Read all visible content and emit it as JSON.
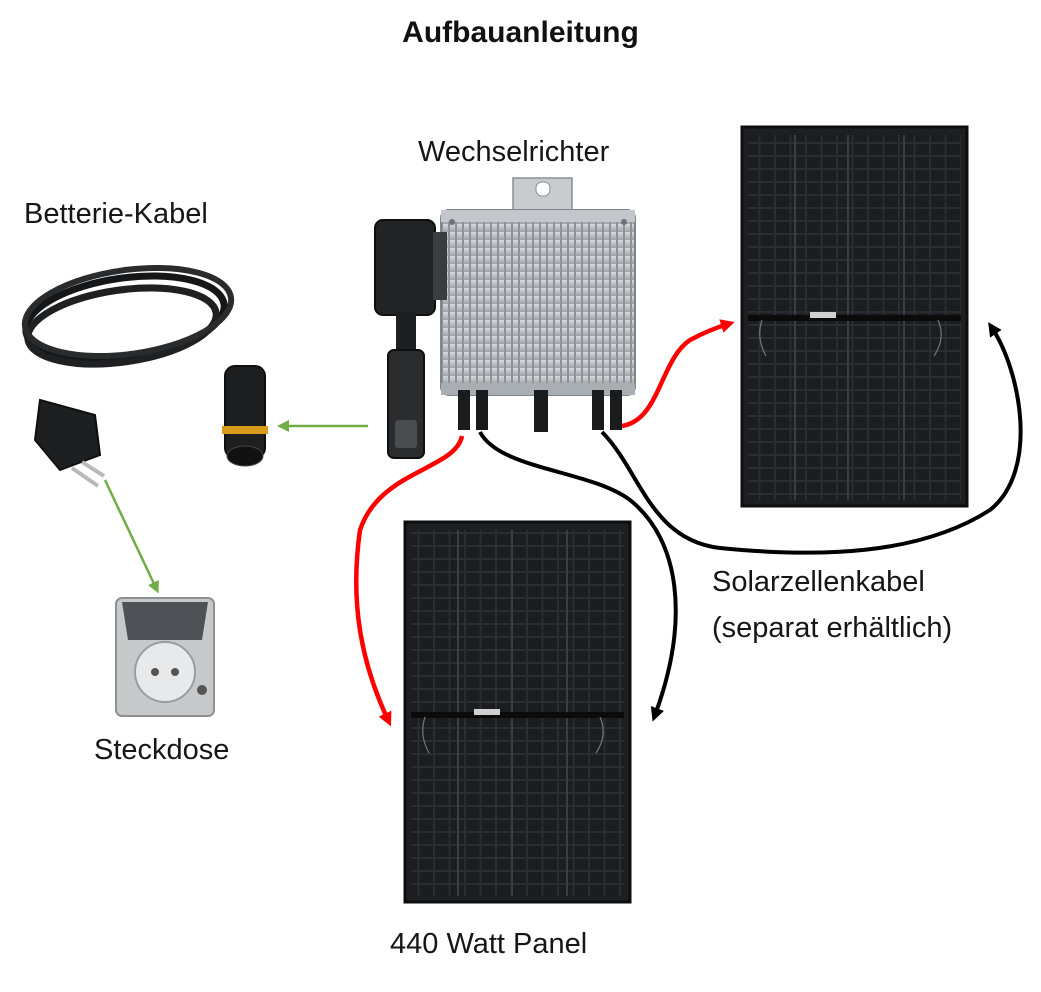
{
  "title": "Aufbauanleitung",
  "labels": {
    "inverter": "Wechselrichter",
    "battery_cable": "Betterie-Kabel",
    "socket": "Steckdose",
    "solar_cable_line1": "Solarzellenkabel",
    "solar_cable_line2": "(separat erhältlich)",
    "panel": "440 Watt Panel"
  },
  "colors": {
    "green_arrow": "#70ad47",
    "red_cable": "#ff0000",
    "black_cable": "#000000",
    "panel_dark": "#1d1f22",
    "inverter_silver": "#b8bcc0"
  }
}
